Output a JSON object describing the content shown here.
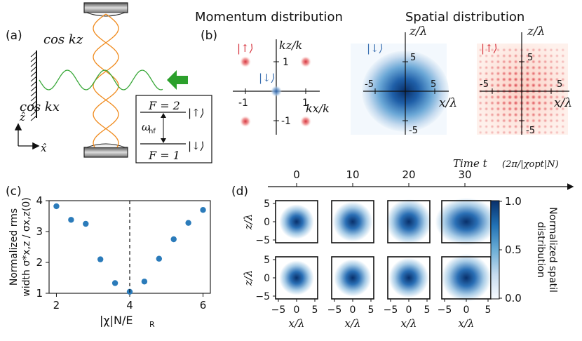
{
  "panel_a": {
    "label": "(a)",
    "cos_kz": "cos kz",
    "cos_kx": "cos kx",
    "axis_z": "ẑ",
    "axis_x": "x̂",
    "level_F2": "F = 2",
    "level_F1": "F = 1",
    "ket_up": "|↑⟩",
    "ket_dn": "|↓⟩",
    "omega_hf": "ω",
    "omega_sub": "hf"
  },
  "panel_b": {
    "label": "(b)",
    "title_momentum": "Momentum distribution",
    "title_spatial": "Spatial distribution",
    "ket_up": "|↑⟩",
    "ket_dn": "|↓⟩",
    "kz_label": "kz/k",
    "kx_label": "kx/k",
    "k_ticks": [
      "1",
      "-1",
      "-1",
      "1"
    ],
    "spatial_z_label": "z/λ",
    "spatial_x_label": "x/λ",
    "spatial_ticks": [
      "5",
      "-5",
      "5",
      "-5"
    ],
    "spatial_ticks_up": [
      "5",
      "-5",
      "5",
      "-5"
    ]
  },
  "panel_c": {
    "label": "(c)",
    "ylabel_line1": "Normalized rms",
    "ylabel_line2": "width σ*x,z / σx,z(0)",
    "xlabel": "|χ|N/E",
    "xlabel_sub": "R",
    "xticks": [
      "2",
      "4",
      "6"
    ],
    "yticks": [
      "1",
      "2",
      "3",
      "4"
    ]
  },
  "chart_data": {
    "type": "scatter",
    "x": [
      2.0,
      2.4,
      2.8,
      3.2,
      3.6,
      4.0,
      4.4,
      4.8,
      5.2,
      5.6,
      6.0
    ],
    "y": [
      3.82,
      3.38,
      3.25,
      2.1,
      1.33,
      1.05,
      1.38,
      2.12,
      2.75,
      3.28,
      3.7
    ],
    "xlim": [
      1.8,
      6.2
    ],
    "ylim": [
      1.0,
      4.0
    ],
    "vline": 4.0,
    "color": "#2b7bba"
  },
  "panel_d": {
    "label": "(d)",
    "time_title": "Time t",
    "time_title_rest": "(2π/|χopt|N)",
    "times": [
      "0",
      "10",
      "20",
      "30"
    ],
    "z_label": "z/λ",
    "x_label": "x/λ",
    "yticks": [
      "5",
      "0",
      "−5"
    ],
    "xticks": [
      "−5",
      "0",
      "5"
    ],
    "colorbar_ticks": [
      "1.0",
      "0.5",
      "0.0"
    ],
    "colorbar_label_1": "Normalized spatil",
    "colorbar_label_2": "distribution"
  },
  "colors": {
    "up": "#d6323c",
    "down": "#3a6fb0",
    "cavity_wave": "#f08a1c",
    "pump_wave": "#3aa83a",
    "arrow": "#2ca02c",
    "blue_map": "#08306b"
  }
}
